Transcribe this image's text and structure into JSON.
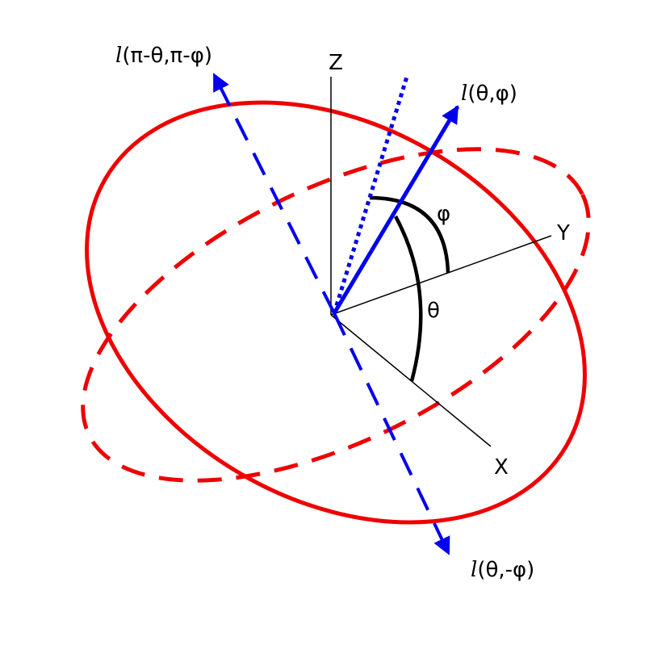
{
  "axes": {
    "z_label": "Z",
    "y_label": "Y",
    "x_label": "X"
  },
  "angles": {
    "phi_label": "φ",
    "theta_label": "θ"
  },
  "vectors": {
    "main": {
      "symbol": "l",
      "args": "(θ,φ)"
    },
    "opposite": {
      "symbol": "l",
      "args": "(π-θ,π-φ)"
    },
    "reflected": {
      "symbol": "l",
      "args": "(θ,-φ)"
    }
  },
  "colors": {
    "ring": "#ee0000",
    "vector": "#0000ee",
    "axis": "#000000",
    "arc": "#000000"
  }
}
